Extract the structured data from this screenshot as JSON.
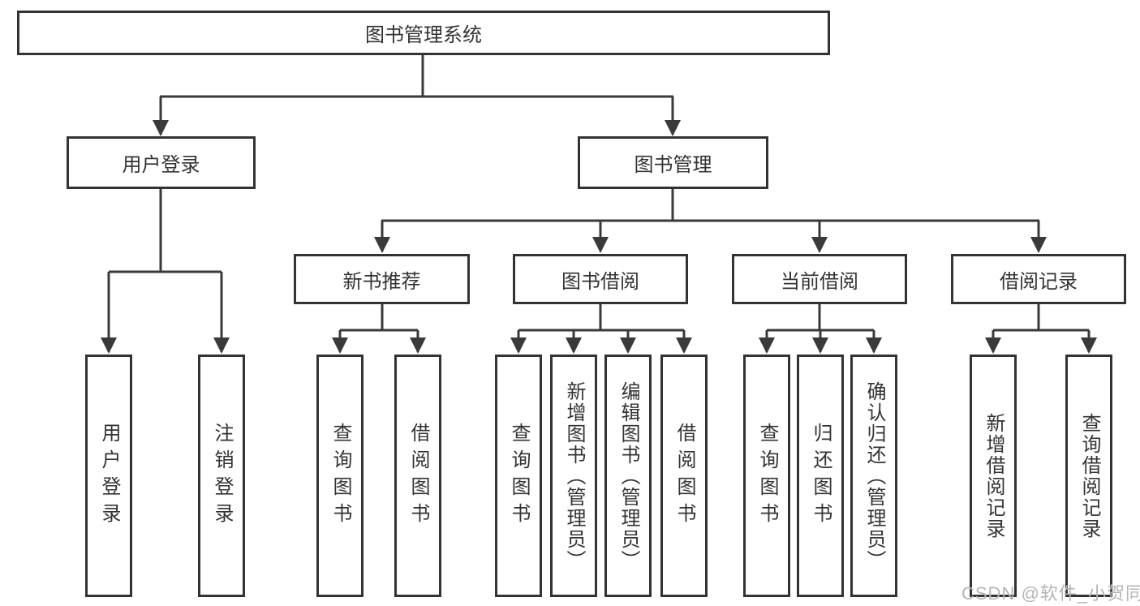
{
  "tree": {
    "label": "图书管理系统",
    "children": [
      {
        "label": "用户登录",
        "children": [
          {
            "label": "用户登录"
          },
          {
            "label": "注销登录"
          }
        ]
      },
      {
        "label": "图书管理",
        "children": [
          {
            "label": "新书推荐",
            "children": [
              {
                "label": "查询图书"
              },
              {
                "label": "借阅图书"
              }
            ]
          },
          {
            "label": "图书借阅",
            "children": [
              {
                "label": "查询图书"
              },
              {
                "label": "新增图书（管理员）"
              },
              {
                "label": "编辑图书（管理员）"
              },
              {
                "label": "借阅图书"
              }
            ]
          },
          {
            "label": "当前借阅",
            "children": [
              {
                "label": "查询图书"
              },
              {
                "label": "归还图书"
              },
              {
                "label": "确认归还（管理员）"
              }
            ]
          },
          {
            "label": "借阅记录",
            "children": [
              {
                "label": "新增借阅记录"
              },
              {
                "label": "查询借阅记录"
              }
            ]
          }
        ]
      }
    ]
  },
  "watermark": "CSDN @软件_小贺同学",
  "colors": {
    "box_border": "#333333",
    "text": "#333333",
    "connector": "#3a3a3a",
    "watermark": "#b5b5b5",
    "background": "#ffffff"
  }
}
